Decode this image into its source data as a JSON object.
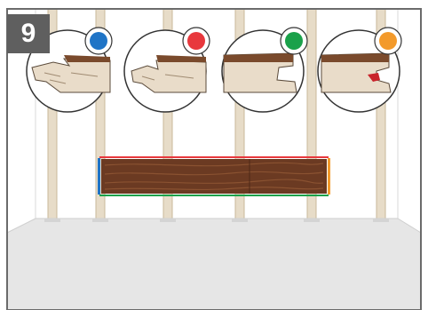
{
  "step": {
    "number": "9"
  },
  "colors": {
    "frame_border": "#6b6b6b",
    "wall": "#ffffff",
    "floor": "#e6e6e6",
    "stud": "#e7dcc8",
    "stud_edge": "#c8b89a",
    "plank_wood": "#6b3a22",
    "plank_grain": "#8a5231",
    "profile_top": "#7a4a2c",
    "profile_core": "#e9dcc9",
    "badge_bg": "#5f5f5f"
  },
  "edge_profiles": [
    {
      "marker_color": "#1f74c6",
      "marker_icon": "blue-dot-icon",
      "profile": "tongue-and-groove-long-edge"
    },
    {
      "marker_color": "#e8383d",
      "marker_icon": "red-dot-icon",
      "profile": "tongue-long-edge-variant"
    },
    {
      "marker_color": "#1aa14a",
      "marker_icon": "green-dot-icon",
      "profile": "groove-short-edge"
    },
    {
      "marker_color": "#f39a2b",
      "marker_icon": "orange-dot-icon",
      "profile": "locking-clip-short-edge"
    }
  ],
  "plank_edge_colors": {
    "top": "#e8383d",
    "bottom": "#1aa14a",
    "left": "#1f74c6",
    "right": "#f39a2b"
  }
}
